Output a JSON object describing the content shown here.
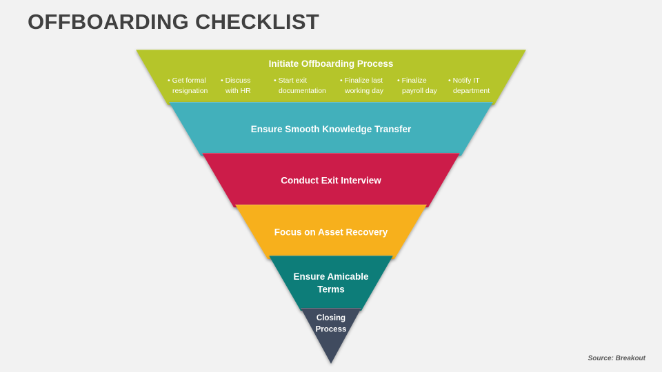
{
  "slide": {
    "title": "OFFBOARDING CHECKLIST",
    "source": "Source: Breakout"
  },
  "funnel": {
    "levels": [
      {
        "label": "Initiate Offboarding Process",
        "color": "#b5c52a",
        "bullets": [
          [
            "Get formal",
            "resignation"
          ],
          [
            "Discuss",
            "with HR"
          ],
          [
            "Start exit",
            "documentation"
          ],
          [
            "Finalize last",
            "working day"
          ],
          [
            "Finalize",
            "payroll day"
          ],
          [
            "Notify IT",
            "department"
          ]
        ]
      },
      {
        "label": "Ensure Smooth Knowledge Transfer",
        "color": "#43b0bb"
      },
      {
        "label": "Conduct Exit Interview",
        "color": "#cc1e4a"
      },
      {
        "label": "Focus on Asset Recovery",
        "color": "#f7b01a"
      },
      {
        "label": "Ensure Amicable Terms",
        "label_lines": [
          "Ensure Amicable",
          "Terms"
        ],
        "color": "#0f7d79"
      },
      {
        "label": "Closing Process",
        "label_lines": [
          "Closing",
          "Process"
        ],
        "color": "#3f4b5e"
      }
    ]
  }
}
